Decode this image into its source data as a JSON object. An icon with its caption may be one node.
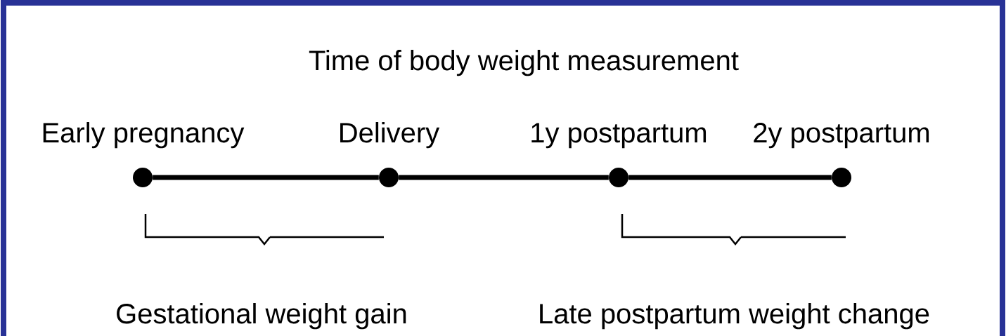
{
  "diagram": {
    "title": "Time of body weight measurement",
    "nodes": [
      {
        "text": [],
        "shape": "circle",
        "beside": [
          "Early pregnancy"
        ]
      },
      {
        "text": [],
        "shape": "circle",
        "beside": [
          "Delivery"
        ]
      },
      {
        "text": [],
        "shape": "circle",
        "beside": [
          "1y postpartum"
        ]
      },
      {
        "text": [],
        "shape": "circle",
        "beside": [
          "2y postpartum"
        ]
      }
    ],
    "edges": [
      {
        "from": 0,
        "to": 1,
        "arrow": "none"
      },
      {
        "from": 1,
        "to": 2,
        "arrow": "none"
      },
      {
        "from": 2,
        "to": 3,
        "arrow": "none"
      }
    ],
    "labels": [
      "Gestational weight gain",
      "Late postpartum weight change"
    ]
  }
}
